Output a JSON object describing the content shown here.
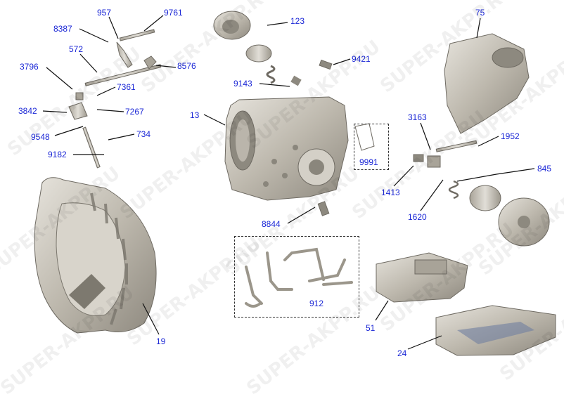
{
  "watermark": {
    "text": "SUPER-AKPP.RU"
  },
  "colors": {
    "callout": "#1b27d6",
    "leader": "#111111",
    "part_fill": "#cfcbc1",
    "part_dark": "#8c887f"
  },
  "parts": [
    {
      "id": "p957",
      "label": "957"
    },
    {
      "id": "p9761",
      "label": "9761"
    },
    {
      "id": "p8387",
      "label": "8387"
    },
    {
      "id": "p572",
      "label": "572"
    },
    {
      "id": "p3796",
      "label": "3796"
    },
    {
      "id": "p8576",
      "label": "8576"
    },
    {
      "id": "p7361",
      "label": "7361"
    },
    {
      "id": "p3842",
      "label": "3842"
    },
    {
      "id": "p7267",
      "label": "7267"
    },
    {
      "id": "p9548",
      "label": "9548"
    },
    {
      "id": "p734",
      "label": "734"
    },
    {
      "id": "p9182",
      "label": "9182"
    },
    {
      "id": "p123",
      "label": "123"
    },
    {
      "id": "p9421",
      "label": "9421"
    },
    {
      "id": "p9143",
      "label": "9143"
    },
    {
      "id": "p13",
      "label": "13"
    },
    {
      "id": "p9991",
      "label": "9991"
    },
    {
      "id": "p75",
      "label": "75"
    },
    {
      "id": "p3163",
      "label": "3163"
    },
    {
      "id": "p1952",
      "label": "1952"
    },
    {
      "id": "p845",
      "label": "845"
    },
    {
      "id": "p1413",
      "label": "1413"
    },
    {
      "id": "p1620",
      "label": "1620"
    },
    {
      "id": "p8844",
      "label": "8844"
    },
    {
      "id": "p912",
      "label": "912"
    },
    {
      "id": "p51",
      "label": "51"
    },
    {
      "id": "p24",
      "label": "24"
    },
    {
      "id": "p19",
      "label": "19"
    }
  ]
}
